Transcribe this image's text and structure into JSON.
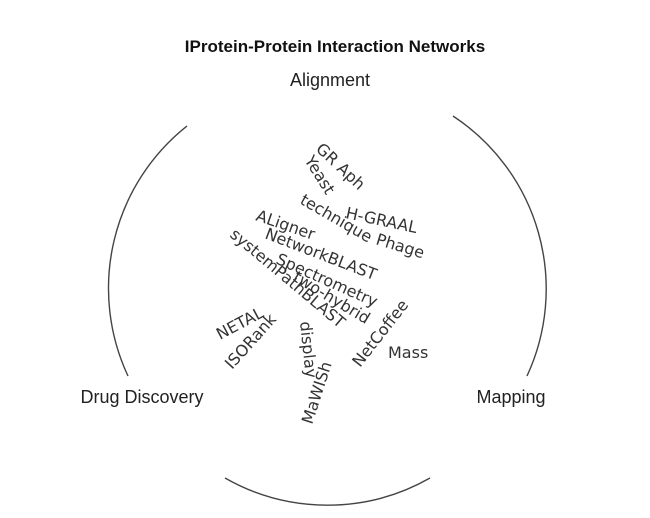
{
  "title": "IProtein-Protein Interaction Networks",
  "labels": {
    "top": "Alignment",
    "left": "Drug Discovery",
    "right": "Mapping"
  },
  "words": [
    "GR Aph",
    "Yeast",
    "H-GRAAL",
    "technique",
    "Phage",
    "ALigner",
    "NetworkBLAST",
    "systemPathBLAST",
    "Spectrometry",
    "two-hybrid",
    "NetCoffee",
    "NETAL",
    "ISORank",
    "display",
    "MaWISh",
    "Mass"
  ]
}
